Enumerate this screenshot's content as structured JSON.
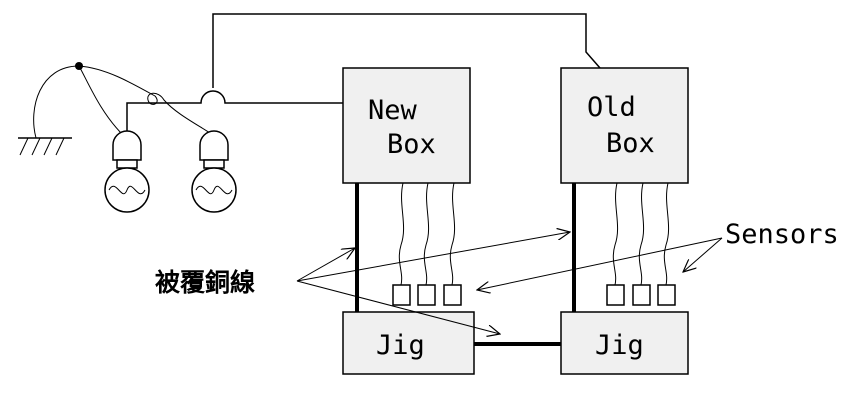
{
  "boxes": {
    "new": {
      "line1": "New",
      "line2": "Box"
    },
    "old": {
      "line1": "Old",
      "line2": "Box"
    }
  },
  "jigs": {
    "left": "Jig",
    "right": "Jig"
  },
  "labels": {
    "copper_wire": "被覆銅線",
    "sensors": "Sensors"
  }
}
